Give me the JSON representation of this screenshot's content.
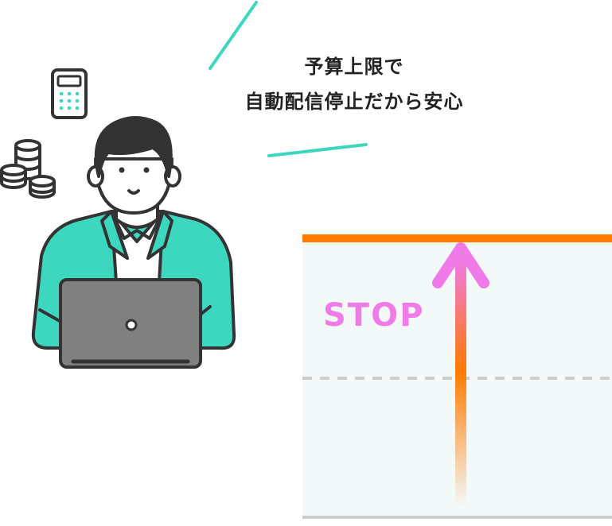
{
  "caption": {
    "line1": "予算上限で",
    "line2": "自動配信停止だから安心"
  },
  "stop_label": "STOP",
  "colors": {
    "accent_teal": "#3dd6bf",
    "limit_line": "#ff7a00",
    "arrow_top": "#f07ae8",
    "arrow_mid": "#ff7a00",
    "panel_bg": "#f3f9f8",
    "dashed": "#cccccc",
    "laptop": "#808080",
    "outline": "#333333"
  },
  "icons": [
    "calculator-icon",
    "coin-stack-icon",
    "person-with-laptop-icon",
    "up-arrow-icon"
  ]
}
